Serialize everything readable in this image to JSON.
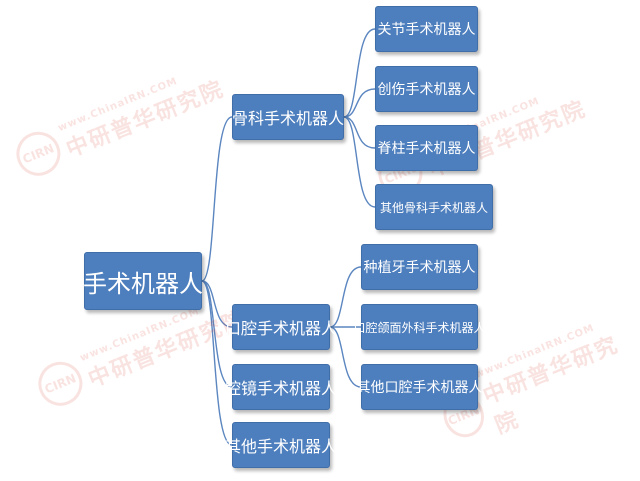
{
  "diagram": {
    "root": "手术机器人",
    "categories": [
      {
        "label": "骨科手术机器人",
        "children": [
          "关节手术机器人",
          "创伤手术机器人",
          "脊柱手术机器人",
          "其他骨科手术机器人"
        ]
      },
      {
        "label": "口腔手术机器人",
        "children": [
          "种植牙手术机器人",
          "口腔颌面外科手术机器人",
          "其他口腔手术机器人"
        ]
      },
      {
        "label": "腔镜手术机器人",
        "children": []
      },
      {
        "label": "其他手术机器人",
        "children": []
      }
    ]
  },
  "watermark": {
    "logo": "CIRN",
    "url": "www.ChinaIRN.COM",
    "name": "中研普华研究院"
  },
  "colors": {
    "node_fill": "#4d7ebd",
    "node_border": "#3f6ea8",
    "node_text": "#ffffff",
    "connector": "#5b86c0"
  }
}
